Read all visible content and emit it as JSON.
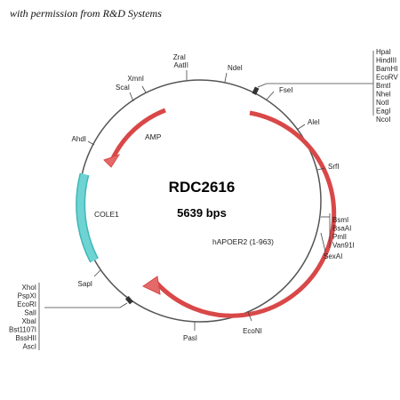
{
  "credit": "with permission from R&D Systems",
  "plasmid": {
    "name": "RDC2616",
    "size": "5639 bps"
  },
  "features": {
    "amp": "AMP",
    "cole1": "COLE1",
    "hapoer2": "hAPOER2 (1-963)"
  },
  "sites": {
    "zrai": "ZraI",
    "aatii": "AatII",
    "ndei": "NdeI",
    "xmni": "XmnI",
    "scai": "ScaI",
    "fsei": "FseI",
    "alei": "AleI",
    "srfi": "SrfI",
    "ahdi": "AhdI",
    "sapi": "SapI",
    "pasi": "PasI",
    "econi": "EcoNI",
    "sexai": "SexAI"
  },
  "site_lists": {
    "mcs1": [
      "HpaI",
      "HindIII",
      "BamHI",
      "EcoRV",
      "BmtI",
      "NheI",
      "NotI",
      "EagI",
      "NcoI"
    ],
    "mcs2": [
      "BsmI",
      "BsaAI",
      "PmlI",
      "Van91I"
    ],
    "mcs3": [
      "XhoI",
      "PspXI",
      "EcoRI",
      "SalI",
      "XbaI",
      "Bst1107I",
      "BssHII",
      "AscI"
    ]
  },
  "colors": {
    "arrow": "#e46a6a",
    "arrow_stroke": "#d94848",
    "cole1": "#6ed3d3",
    "cole1_stroke": "#40b6b6",
    "ring": "#555555"
  }
}
